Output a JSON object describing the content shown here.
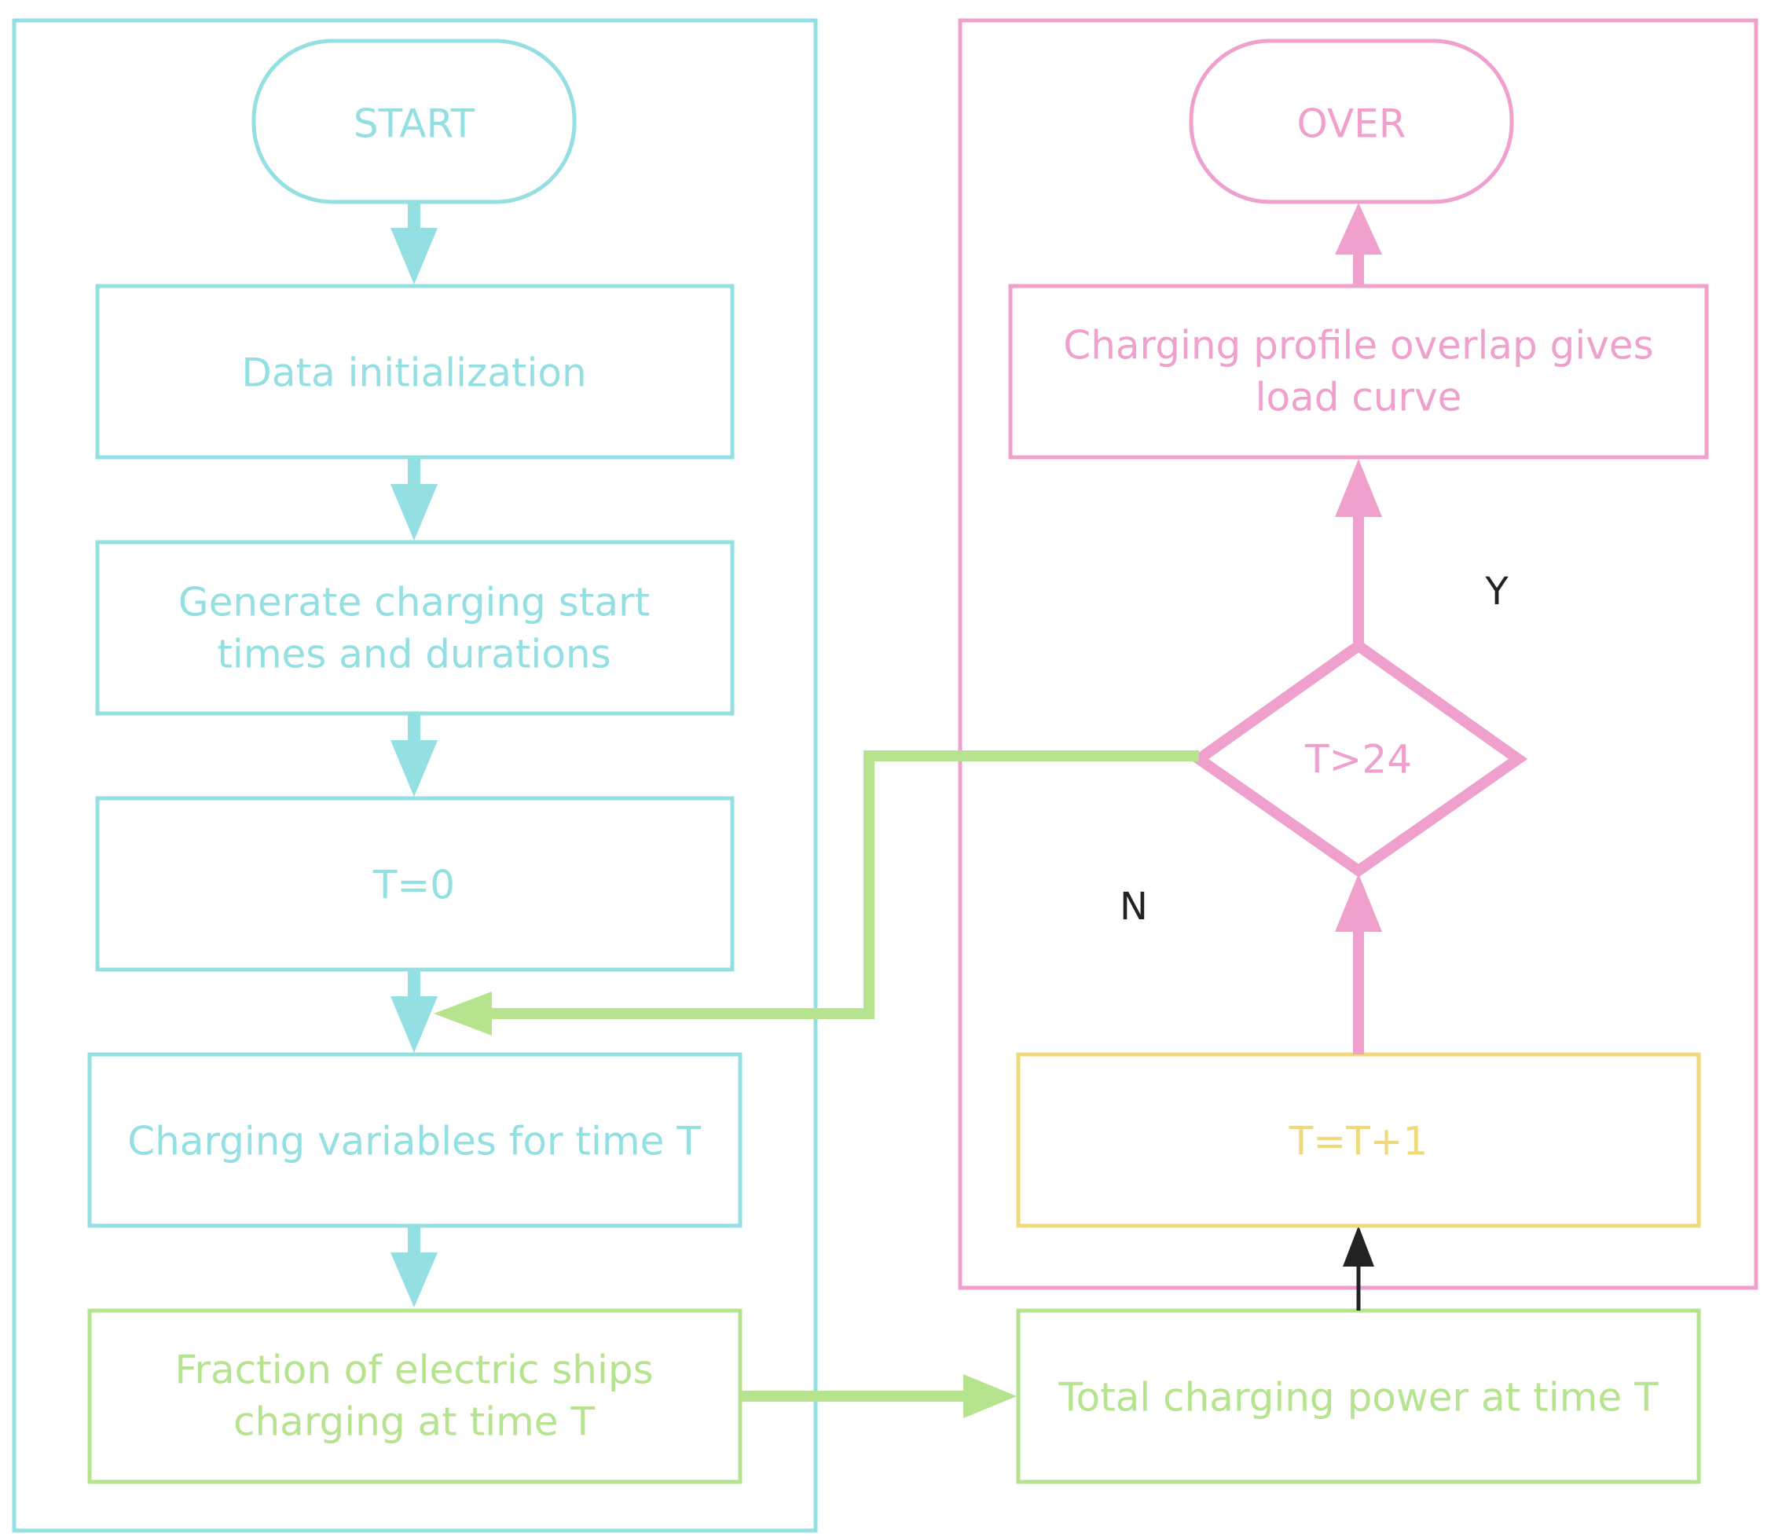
{
  "colors": {
    "cyan": "#93dfe1",
    "pink": "#f0a0cc",
    "green": "#b5e38e",
    "yellow": "#f0d97a",
    "black": "#222222"
  },
  "nodes": {
    "start": "START",
    "data_init": "Data initialization",
    "generate_line1": "Generate charging start",
    "generate_line2": "times and durations",
    "t0": "T=0",
    "charging_vars": "Charging variables for time T",
    "fraction_line1": "Fraction of electric ships",
    "fraction_line2": "charging at time T",
    "total_power": "Total charging power at time T",
    "t_increment": "T=T+1",
    "decision": "T>24",
    "overlap_line1": "Charging profile overlap gives",
    "overlap_line2": "load curve",
    "over": "OVER"
  },
  "labels": {
    "yes": "Y",
    "no": "N"
  }
}
